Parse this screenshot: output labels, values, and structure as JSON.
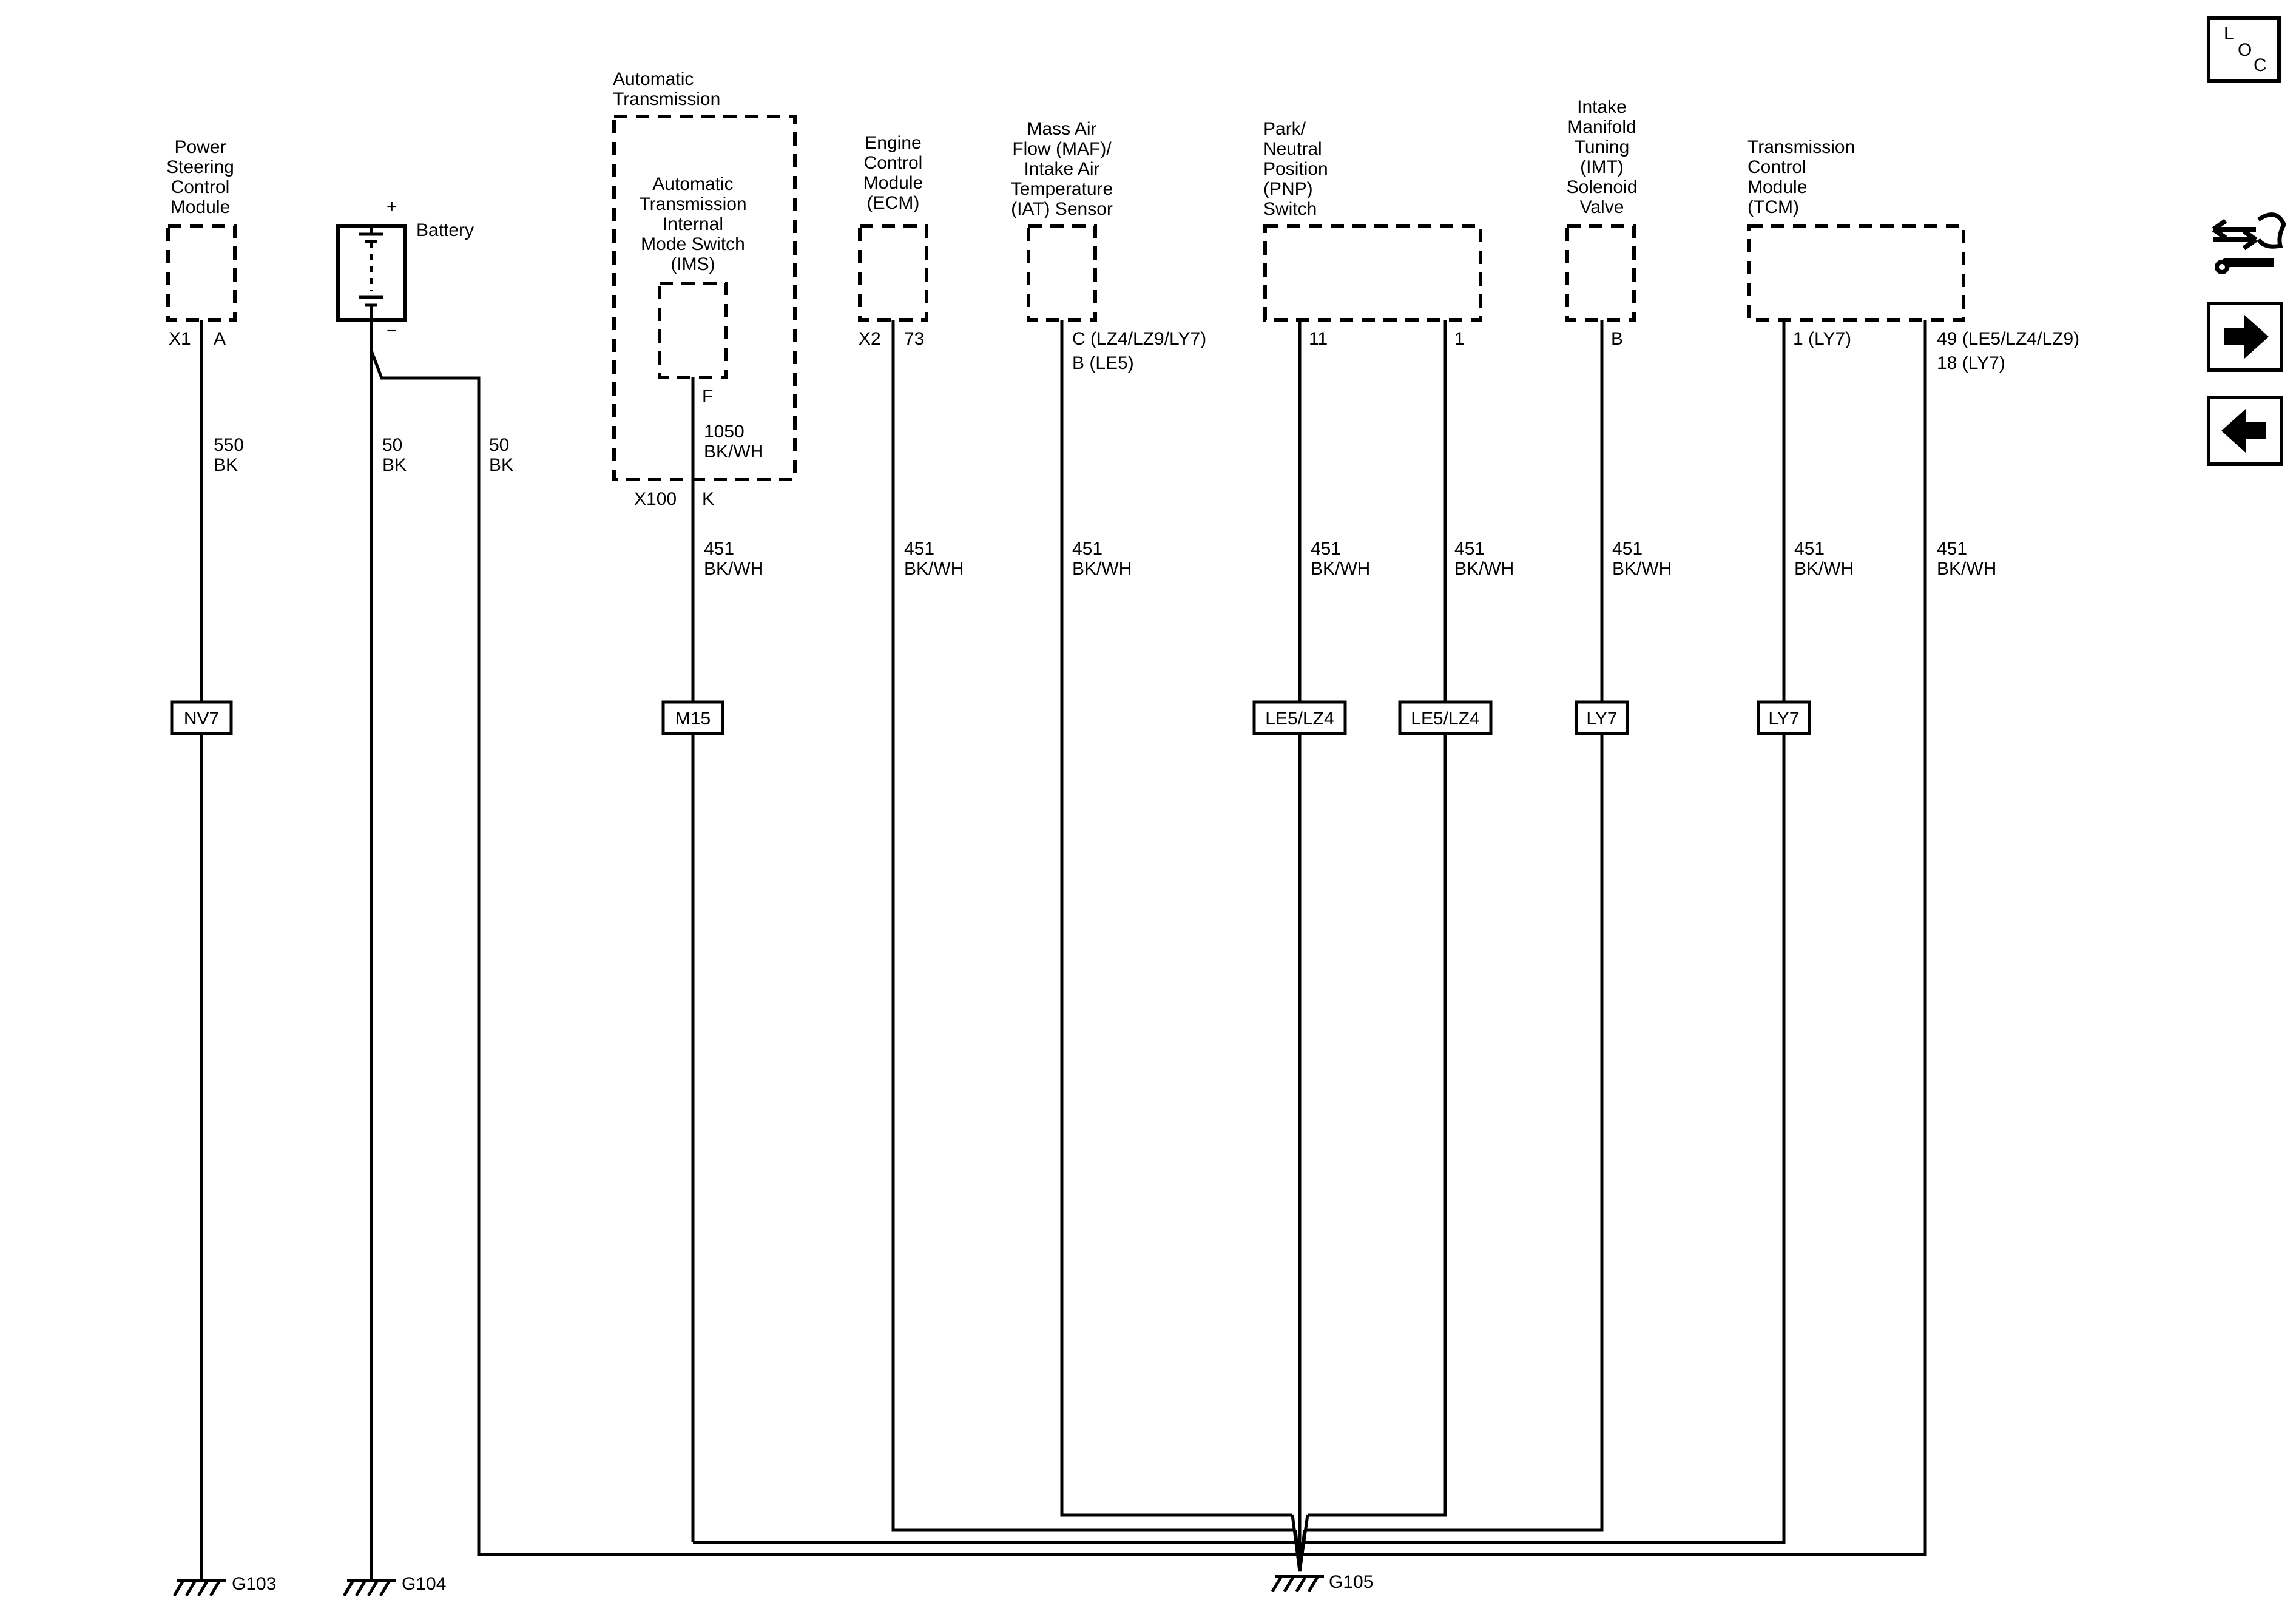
{
  "components": {
    "power_steering": [
      "Power",
      "Steering",
      "Control",
      "Module"
    ],
    "battery": "Battery",
    "battery_plus": "+",
    "battery_minus": "−",
    "auto_trans": [
      "Automatic",
      "Transmission"
    ],
    "ims": [
      "Automatic",
      "Transmission",
      "Internal",
      "Mode Switch",
      "(IMS)"
    ],
    "ecm": [
      "Engine",
      "Control",
      "Module",
      "(ECM)"
    ],
    "maf": [
      "Mass Air",
      "Flow (MAF)/",
      "Intake Air",
      "Temperature",
      "(IAT) Sensor"
    ],
    "pnp": [
      "Park/",
      "Neutral",
      "Position",
      "(PNP)",
      "Switch"
    ],
    "imt": [
      "Intake",
      "Manifold",
      "Tuning",
      "(IMT)",
      "Solenoid",
      "Valve"
    ],
    "tcm": [
      "Transmission",
      "Control",
      "Module",
      "(TCM)"
    ]
  },
  "connectors": {
    "ps_conn": "X1",
    "ps_pin": "A",
    "ims_pin": "F",
    "x100": "X100",
    "x100_pin": "K",
    "ecm_conn": "X2",
    "ecm_pin": "73",
    "maf_pin_1": "C (LZ4/LZ9/LY7)",
    "maf_pin_2": "B (LE5)",
    "pnp_pin_a": "11",
    "pnp_pin_b": "1",
    "imt_pin": "B",
    "tcm_pin_a": "1 (LY7)",
    "tcm_pin_b_1": "49 (LE5/LZ4/LZ9)",
    "tcm_pin_b_2": "18 (LY7)"
  },
  "wires": {
    "ps": [
      "550",
      "BK"
    ],
    "bat1": [
      "50",
      "BK"
    ],
    "bat2": [
      "50",
      "BK"
    ],
    "ims_internal": [
      "1050",
      "BK/WH"
    ],
    "ims": [
      "451",
      "BK/WH"
    ],
    "ecm": [
      "451",
      "BK/WH"
    ],
    "maf": [
      "451",
      "BK/WH"
    ],
    "pnp_a": [
      "451",
      "BK/WH"
    ],
    "pnp_b": [
      "451",
      "BK/WH"
    ],
    "imt": [
      "451",
      "BK/WH"
    ],
    "tcm_a": [
      "451",
      "BK/WH"
    ],
    "tcm_b": [
      "451",
      "BK/WH"
    ]
  },
  "options": {
    "ps": "NV7",
    "ims": "M15",
    "pnp_a": "LE5/LZ4",
    "pnp_b": "LE5/LZ4",
    "imt": "LY7",
    "tcm_a": "LY7"
  },
  "grounds": {
    "g103": "G103",
    "g104": "G104",
    "g105": "G105"
  },
  "nav": {
    "loc": [
      "L",
      "O",
      "C"
    ],
    "icons": [
      "loc-button-icon",
      "circuit-description-icon",
      "next-page-arrow-icon",
      "previous-page-arrow-icon"
    ]
  }
}
